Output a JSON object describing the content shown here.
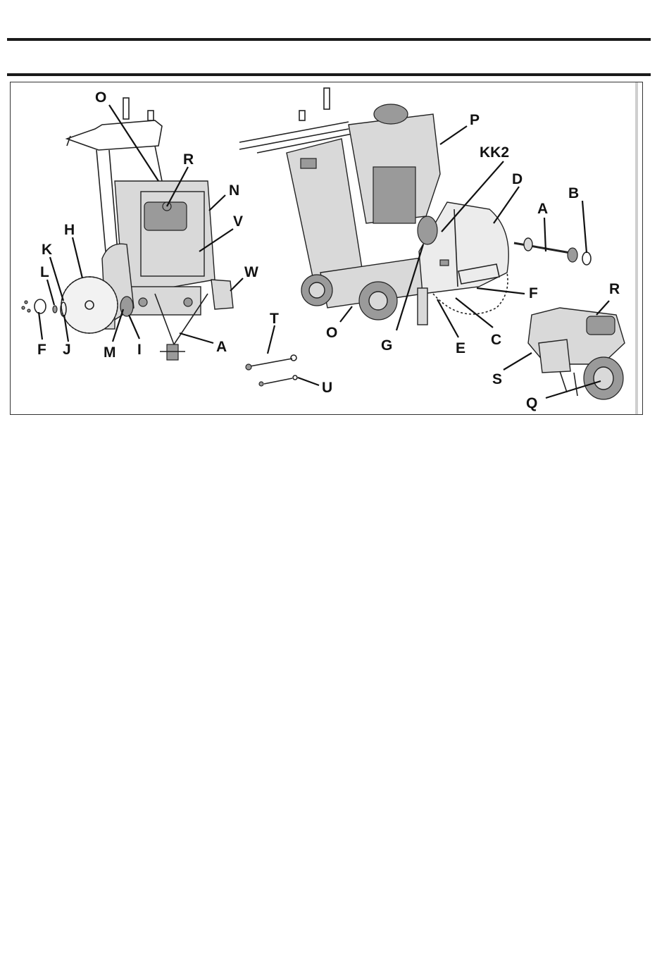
{
  "figure": {
    "callouts": {
      "left_O": "O",
      "left_R": "R",
      "N": "N",
      "V": "V",
      "W": "W",
      "H": "H",
      "K": "K",
      "L": "L",
      "F_left": "F",
      "J": "J",
      "M": "M",
      "I": "I",
      "A_left": "A",
      "T": "T",
      "U": "U",
      "P": "P",
      "KK2": "KK2",
      "D": "D",
      "A_right": "A",
      "B": "B",
      "F_right": "F",
      "C": "C",
      "E": "E",
      "G": "G",
      "O_right": "O",
      "R_right": "R",
      "S": "S",
      "Q": "Q"
    }
  }
}
